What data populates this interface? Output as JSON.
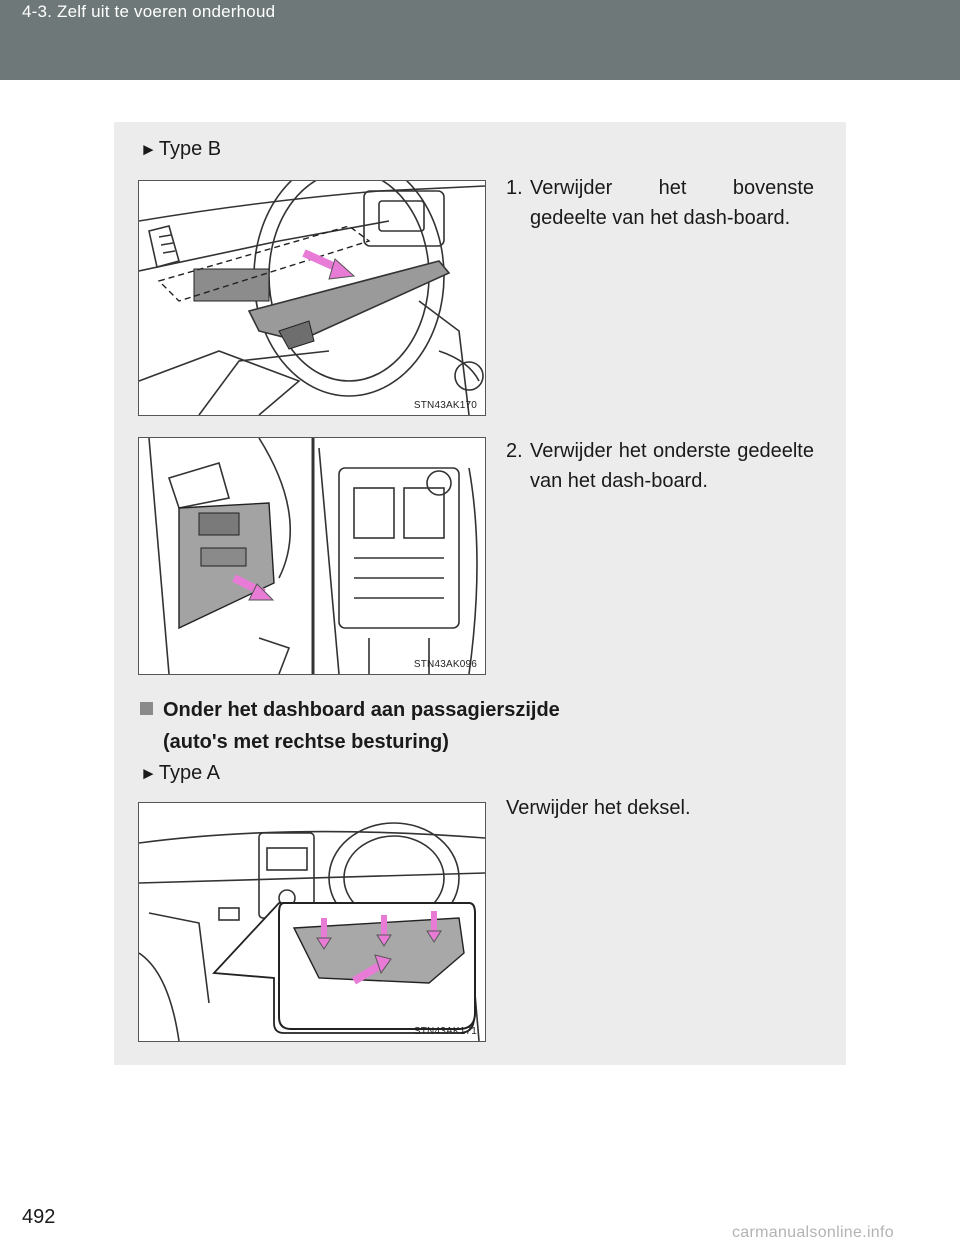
{
  "header": {
    "section_title": "4-3. Zelf uit te voeren onderhoud"
  },
  "content": {
    "type_b": {
      "arrow": "►",
      "label": "Type B"
    },
    "step1": {
      "number": "1.",
      "text": "Verwijder het bovenste gedeelte van het dash-board."
    },
    "figure1": {
      "code": "STN43AK170"
    },
    "step2": {
      "number": "2.",
      "text": "Verwijder het onderste gedeelte van het dash-board."
    },
    "figure2": {
      "code": "STN43AK096"
    },
    "section_heading": {
      "line1": "Onder het dashboard aan passagierszijde",
      "line2": "(auto's met rechtse besturing)"
    },
    "type_a": {
      "arrow": "►",
      "label": "Type A"
    },
    "instruction": "Verwijder het deksel.",
    "figure3": {
      "code": "STN43AK171"
    }
  },
  "footer": {
    "page_number": "492",
    "watermark": "carmanualsonline.info"
  },
  "colors": {
    "header_bg": "#6e7878",
    "panel_bg": "#ececec",
    "arrow_accent": "#e87bd6"
  }
}
